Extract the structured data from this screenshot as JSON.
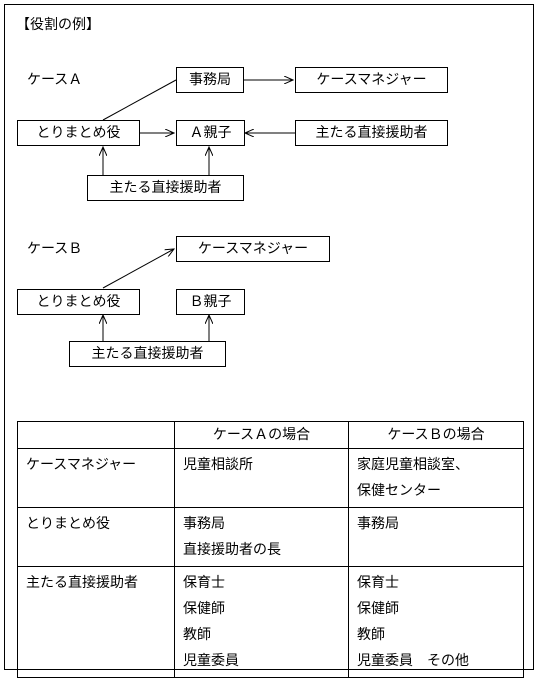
{
  "title": "【役割の例】",
  "case_a": {
    "label": "ケースＡ",
    "jimukyoku": "事務局",
    "case_manager": "ケースマネジャー",
    "torimatome": "とりまとめ役",
    "oyako": "Ａ親子",
    "main_helper_right": "主たる直接援助者",
    "main_helper_bottom": "主たる直接援助者"
  },
  "case_b": {
    "label": "ケースＢ",
    "case_manager": "ケースマネジャー",
    "torimatome": "とりまとめ役",
    "oyako": "Ｂ親子",
    "main_helper": "主たる直接援助者"
  },
  "table": {
    "headers": [
      "",
      "ケースＡの場合",
      "ケースＢの場合"
    ],
    "rows": [
      {
        "role": "ケースマネジャー",
        "a": [
          "児童相談所"
        ],
        "b": [
          "家庭児童相談室、",
          "保健センター"
        ]
      },
      {
        "role": "とりまとめ役",
        "a": [
          "事務局",
          "直接援助者の長"
        ],
        "b": [
          "事務局"
        ]
      },
      {
        "role": "主たる直接援助者",
        "a": [
          "保育士",
          "保健師",
          "教師",
          "児童委員"
        ],
        "b": [
          "保育士",
          "保健師",
          "教師",
          "児童委員　その他"
        ]
      }
    ]
  }
}
